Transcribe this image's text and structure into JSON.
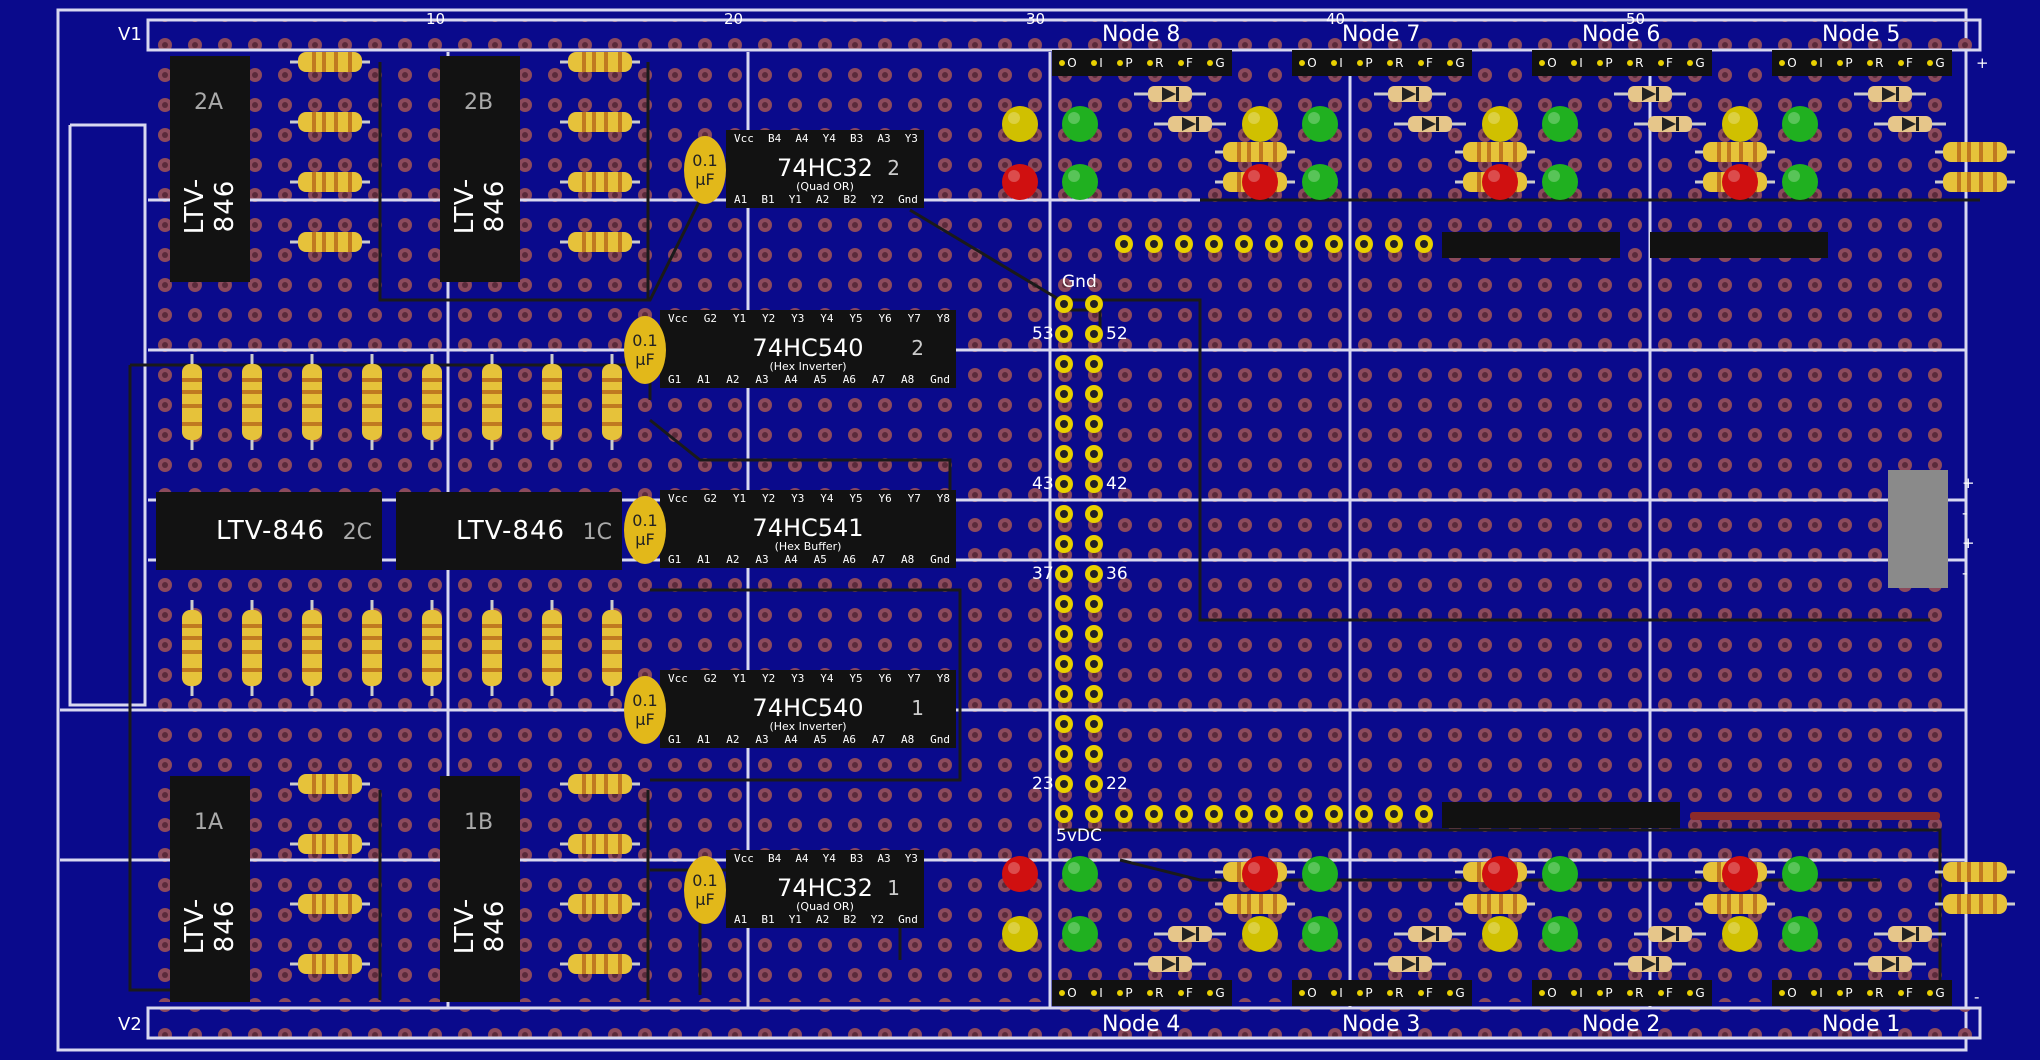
{
  "rails": {
    "top": "V1",
    "bottom": "V2"
  },
  "column_numbers": [
    "10",
    "20",
    "30",
    "40",
    "50"
  ],
  "nodes_top": [
    "Node 8",
    "Node 7",
    "Node 6",
    "Node 5"
  ],
  "nodes_bottom": [
    "Node 4",
    "Node 3",
    "Node 2",
    "Node 1"
  ],
  "header_pins": [
    "O",
    "I",
    "P",
    "R",
    "F",
    "G"
  ],
  "capacitor": {
    "value_top": "0.1",
    "value_bottom": "µF"
  },
  "chips": [
    {
      "id": "u-74hc32-2",
      "name": "74HC32",
      "sub": "(Quad OR)",
      "unit": "2",
      "top_pins": [
        "Vcc",
        "B4",
        "A4",
        "Y4",
        "B3",
        "A3",
        "Y3"
      ],
      "bottom_pins": [
        "A1",
        "B1",
        "Y1",
        "A2",
        "B2",
        "Y2",
        "Gnd"
      ]
    },
    {
      "id": "u-74hc540-2",
      "name": "74HC540",
      "sub": "(Hex Inverter)",
      "unit": "2",
      "top_pins": [
        "Vcc",
        "G2",
        "Y1",
        "Y2",
        "Y3",
        "Y4",
        "Y5",
        "Y6",
        "Y7",
        "Y8"
      ],
      "bottom_pins": [
        "G1",
        "A1",
        "A2",
        "A3",
        "A4",
        "A5",
        "A6",
        "A7",
        "A8",
        "Gnd"
      ]
    },
    {
      "id": "u-74hc541",
      "name": "74HC541",
      "sub": "(Hex Buffer)",
      "unit": "",
      "top_pins": [
        "Vcc",
        "G2",
        "Y1",
        "Y2",
        "Y3",
        "Y4",
        "Y5",
        "Y6",
        "Y7",
        "Y8"
      ],
      "bottom_pins": [
        "G1",
        "A1",
        "A2",
        "A3",
        "A4",
        "A5",
        "A6",
        "A7",
        "A8",
        "Gnd"
      ]
    },
    {
      "id": "u-74hc540-1",
      "name": "74HC540",
      "sub": "(Hex Inverter)",
      "unit": "1",
      "top_pins": [
        "Vcc",
        "G2",
        "Y1",
        "Y2",
        "Y3",
        "Y4",
        "Y5",
        "Y6",
        "Y7",
        "Y8"
      ],
      "bottom_pins": [
        "G1",
        "A1",
        "A2",
        "A3",
        "A4",
        "A5",
        "A6",
        "A7",
        "A8",
        "Gnd"
      ]
    },
    {
      "id": "u-74hc32-1",
      "name": "74HC32",
      "sub": "(Quad OR)",
      "unit": "1",
      "top_pins": [
        "Vcc",
        "B4",
        "A4",
        "Y4",
        "B3",
        "A3",
        "Y3"
      ],
      "bottom_pins": [
        "A1",
        "B1",
        "Y1",
        "A2",
        "B2",
        "Y2",
        "Gnd"
      ]
    }
  ],
  "optocouplers": {
    "part": "LTV-846",
    "units": [
      "2A",
      "2B",
      "2C",
      "1C",
      "1A",
      "1B"
    ]
  },
  "connector_labels": {
    "gnd": "Gnd",
    "vdc": "5vDC",
    "pins": [
      "53",
      "52",
      "43",
      "42",
      "37",
      "36",
      "23",
      "22"
    ]
  },
  "terminal_marks": [
    "+",
    "-",
    "+",
    "-"
  ],
  "corner_marks": [
    "+",
    "-"
  ],
  "colors": {
    "board": "#0a0a8c",
    "hole": "#8b4a5c",
    "strip": "#d8d8f0",
    "chip": "#121212",
    "cap": "#e2b81a",
    "resistor": "#e6c23a",
    "wire": "#1a1a1a",
    "led_red": "#d01010",
    "led_green": "#20b020",
    "led_yellow": "#d0c000"
  }
}
